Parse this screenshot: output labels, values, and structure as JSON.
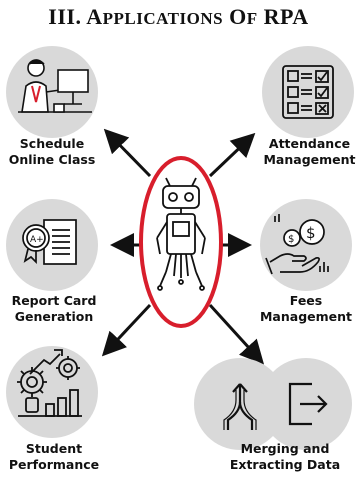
{
  "title": {
    "roman": "III.",
    "word1_initial": "A",
    "word1_rest": "PPLICATIONS",
    "word2_initial": "O",
    "word2_rest": "F",
    "word3": "RPA"
  },
  "center": {
    "icon": "robot-icon",
    "ring_color": "#d81e2c"
  },
  "colors": {
    "circle": "#d9d9d9",
    "ink": "#111111"
  },
  "nodes": [
    {
      "id": "schedule",
      "icon": "teacher-at-computer-icon",
      "label": [
        "Schedule",
        "Online Class"
      ]
    },
    {
      "id": "attendance",
      "icon": "checklist-icon",
      "label": [
        "Attendance",
        "Management"
      ]
    },
    {
      "id": "report",
      "icon": "report-card-icon",
      "label": [
        "Report Card",
        "Generation"
      ]
    },
    {
      "id": "fees",
      "icon": "money-hand-icon",
      "label": [
        "Fees",
        "Management"
      ]
    },
    {
      "id": "performance",
      "icon": "performance-gears-icon",
      "label": [
        "Student",
        "Performance"
      ]
    },
    {
      "id": "merging",
      "icon": "merge-export-icon",
      "label": [
        "Merging and",
        "Extracting Data"
      ]
    }
  ]
}
